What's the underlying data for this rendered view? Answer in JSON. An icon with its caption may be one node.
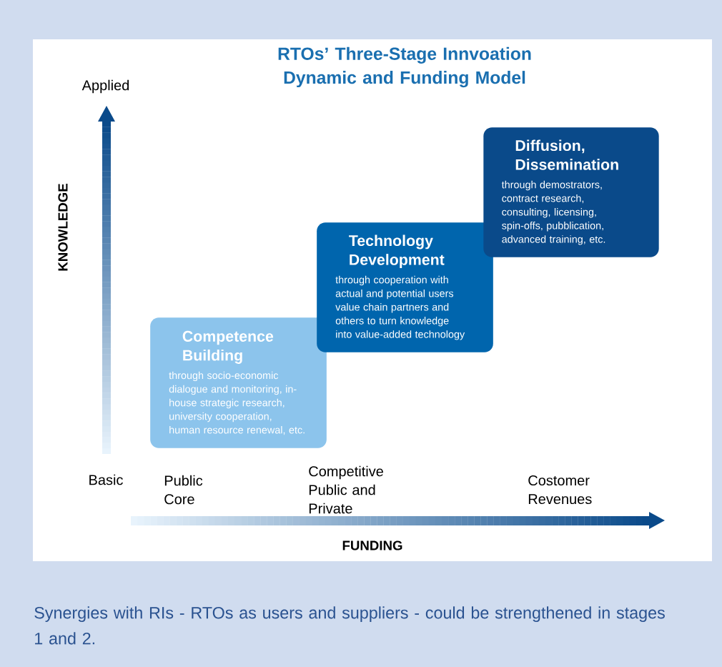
{
  "diagram": {
    "title": "RTOs’ Three-Stage Innvoation Dynamic and Funding Model",
    "nodes": [
      {
        "text": [
          "Competence Building",
          "through socio-economic dialogue and monitoring, in-house strategic research, university cooperation, human resource renewal, etc."
        ]
      },
      {
        "text": [
          "Technology Development",
          "through cooperation with actual and potential users value chain partners and others to turn knowledge into value-added technology"
        ]
      },
      {
        "text": [
          "Diffusion, Dissemination",
          "through demostrators, contract research, consulting, licensing, spin-offs, pubblication, advanced training, etc."
        ]
      }
    ],
    "labels": [
      "Applied",
      "KNOWLEDGE",
      "Basic",
      "Public Core",
      "Competitive Public and Private",
      "Costomer Revenues",
      "FUNDING"
    ],
    "caption": "Synergies with RIs - RTOs as users and suppliers - could be strengthened in stages 1 and 2."
  }
}
